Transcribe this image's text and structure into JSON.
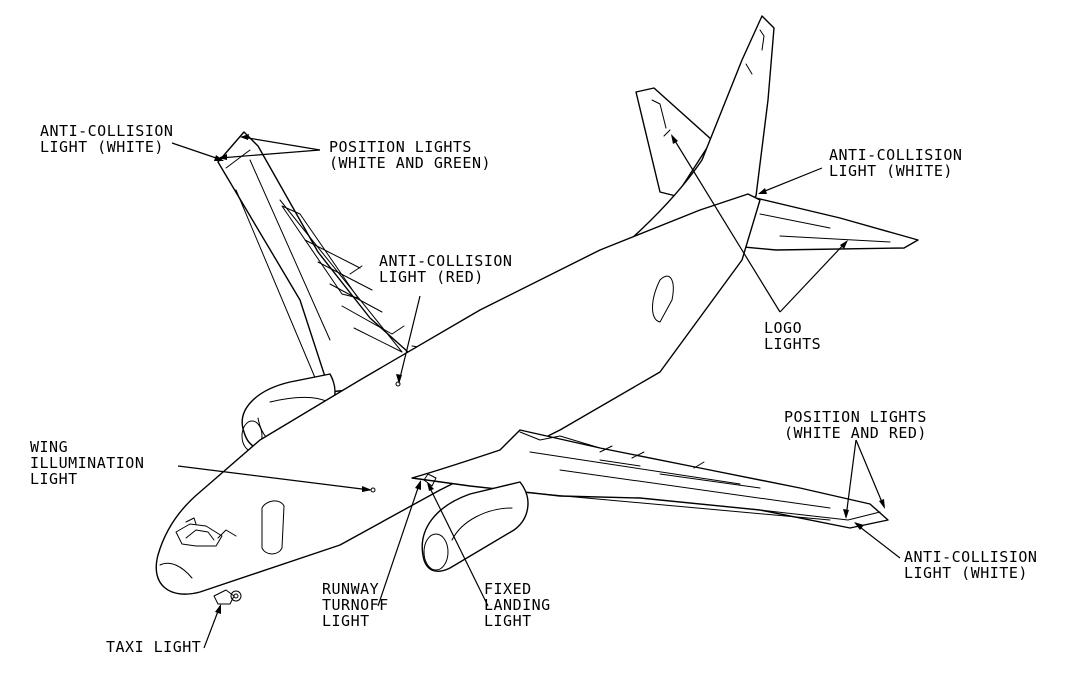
{
  "labels": {
    "anti_collision_white_top_l1": "ANTI-COLLISION",
    "anti_collision_white_top_l2": "LIGHT (WHITE)",
    "position_lights_wg_l1": "POSITION LIGHTS",
    "position_lights_wg_l2": "(WHITE AND GREEN)",
    "anti_collision_red_l1": "ANTI-COLLISION",
    "anti_collision_red_l2": "LIGHT (RED)",
    "anti_collision_white_tail_l1": "ANTI-COLLISION",
    "anti_collision_white_tail_l2": "LIGHT (WHITE)",
    "logo_lights_l1": "LOGO",
    "logo_lights_l2": "LIGHTS",
    "position_lights_wr_l1": "POSITION LIGHTS",
    "position_lights_wr_l2": "(WHITE AND RED)",
    "wing_illum_l1": "WING",
    "wing_illum_l2": "ILLUMINATION",
    "wing_illum_l3": "LIGHT",
    "runway_turnoff_l1": "RUNWAY",
    "runway_turnoff_l2": "TURNOFF",
    "runway_turnoff_l3": "LIGHT",
    "fixed_landing_l1": "FIXED",
    "fixed_landing_l2": "LANDING",
    "fixed_landing_l3": "LIGHT",
    "anti_collision_white_right_l1": "ANTI-COLLISION",
    "anti_collision_white_right_l2": "LIGHT (WHITE)",
    "taxi_light": "TAXI LIGHT"
  }
}
